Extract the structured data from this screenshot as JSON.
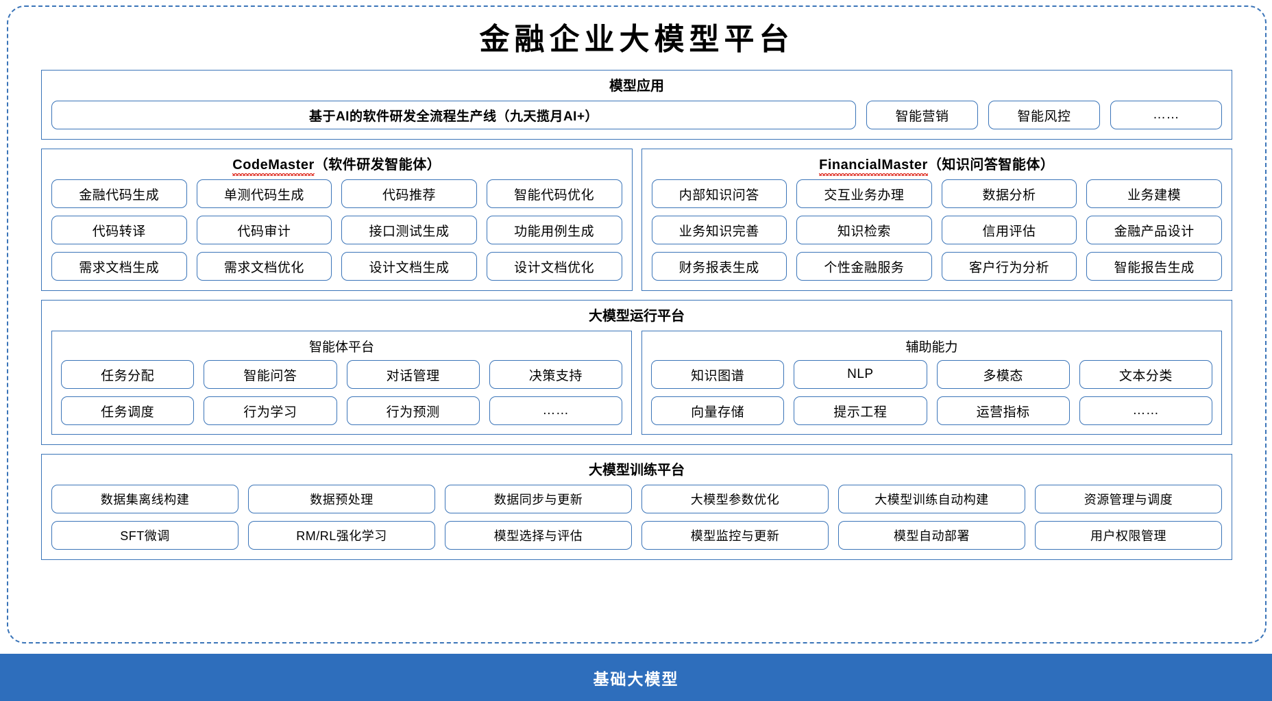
{
  "colors": {
    "accent_border": "#3a74b8",
    "base_bar_bg": "#2e6ebc",
    "base_bar_text": "#ffffff",
    "spellcheck_underline": "#e03a2f",
    "text": "#000000"
  },
  "title": "金融企业大模型平台",
  "model_application": {
    "title": "模型应用",
    "primary_chip": "基于AI的软件研发全流程生产线（九天揽月AI+）",
    "chips": [
      "智能营销",
      "智能风控",
      "……"
    ]
  },
  "agents": [
    {
      "name_latin": "CodeMaster",
      "name_cn": "（软件研发智能体）",
      "rows": [
        [
          "金融代码生成",
          "单测代码生成",
          "代码推荐",
          "智能代码优化"
        ],
        [
          "代码转译",
          "代码审计",
          "接口测试生成",
          "功能用例生成"
        ],
        [
          "需求文档生成",
          "需求文档优化",
          "设计文档生成",
          "设计文档优化"
        ]
      ]
    },
    {
      "name_latin": "FinancialMaster",
      "name_cn": "（知识问答智能体）",
      "rows": [
        [
          "内部知识问答",
          "交互业务办理",
          "数据分析",
          "业务建模"
        ],
        [
          "业务知识完善",
          "知识检索",
          "信用评估",
          "金融产品设计"
        ],
        [
          "财务报表生成",
          "个性金融服务",
          "客户行为分析",
          "智能报告生成"
        ]
      ]
    }
  ],
  "runtime_platform": {
    "title": "大模型运行平台",
    "panels": [
      {
        "title": "智能体平台",
        "rows": [
          [
            "任务分配",
            "智能问答",
            "对话管理",
            "决策支持"
          ],
          [
            "任务调度",
            "行为学习",
            "行为预测",
            "……"
          ]
        ]
      },
      {
        "title": "辅助能力",
        "rows": [
          [
            "知识图谱",
            "NLP",
            "多模态",
            "文本分类"
          ],
          [
            "向量存储",
            "提示工程",
            "运营指标",
            "……"
          ]
        ]
      }
    ]
  },
  "training_platform": {
    "title": "大模型训练平台",
    "rows": [
      [
        "数据集离线构建",
        "数据预处理",
        "数据同步与更新",
        "大模型参数优化",
        "大模型训练自动构建",
        "资源管理与调度"
      ],
      [
        "SFT微调",
        "RM/RL强化学习",
        "模型选择与评估",
        "模型监控与更新",
        "模型自动部署",
        "用户权限管理"
      ]
    ]
  },
  "base_layer": {
    "label": "基础大模型"
  }
}
